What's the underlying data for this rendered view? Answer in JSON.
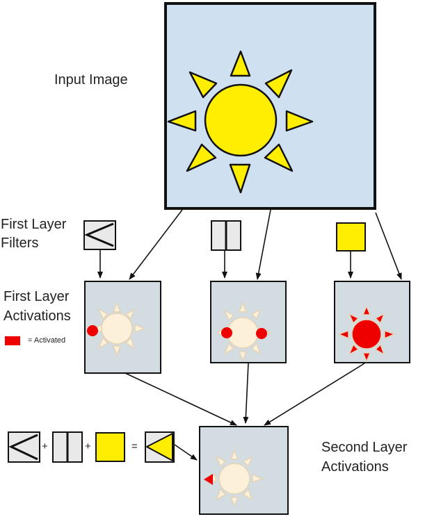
{
  "labels": {
    "input_image": "Input Image",
    "first_layer_filters_line1": "First Layer",
    "first_layer_filters_line2": "Filters",
    "first_layer_activations_line1": "First Layer",
    "first_layer_activations_line2": "Activations",
    "legend_activated": "= Activated",
    "second_layer_activations_line1": "Second Layer",
    "second_layer_activations_line2": "Activations"
  },
  "equation": {
    "plus1": "+",
    "plus2": "+",
    "equals": "="
  },
  "colors": {
    "input_bg": "#cfe0f1",
    "panel_bg": "#d3dde1",
    "filter_bg": "#e9e9e9",
    "sun_yellow": "#ffee00",
    "faded_sun": "#fdf0d8",
    "faded_outline": "#e2d3b8",
    "activated_red": "#ee0000",
    "stroke": "#111111"
  },
  "icons": {
    "filter_1": "angle-bracket-filter-icon",
    "filter_2": "vertical-line-filter-icon",
    "filter_3": "yellow-square-filter-icon",
    "combined": "triangle-combined-filter-icon"
  }
}
